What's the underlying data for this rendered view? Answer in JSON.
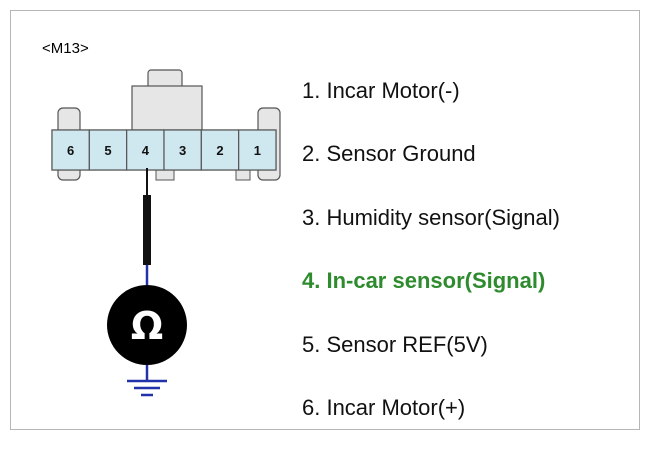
{
  "connector": {
    "label": "<M13>",
    "pins": [
      "6",
      "5",
      "4",
      "3",
      "2",
      "1"
    ],
    "probe_pin": "4"
  },
  "meter": {
    "symbol": "Ω"
  },
  "legend": [
    {
      "text": "1. Incar Motor(-)",
      "highlight": false
    },
    {
      "text": "2. Sensor Ground",
      "highlight": false
    },
    {
      "text": "3. Humidity sensor(Signal)",
      "highlight": false
    },
    {
      "text": "4. In-car sensor(Signal)",
      "highlight": true
    },
    {
      "text": "5. Sensor REF(5V)",
      "highlight": false
    },
    {
      "text": "6. Incar Motor(+)",
      "highlight": false
    }
  ],
  "colors": {
    "connector_fill": "#cfe7ee",
    "connector_stroke": "#555555",
    "tab_fill": "#e6e6e6",
    "wire": "#111111",
    "probe_wire": "#2233aa",
    "ground": "#2233aa",
    "meter_fill": "#000000",
    "highlight_text": "#2e8b2e"
  }
}
